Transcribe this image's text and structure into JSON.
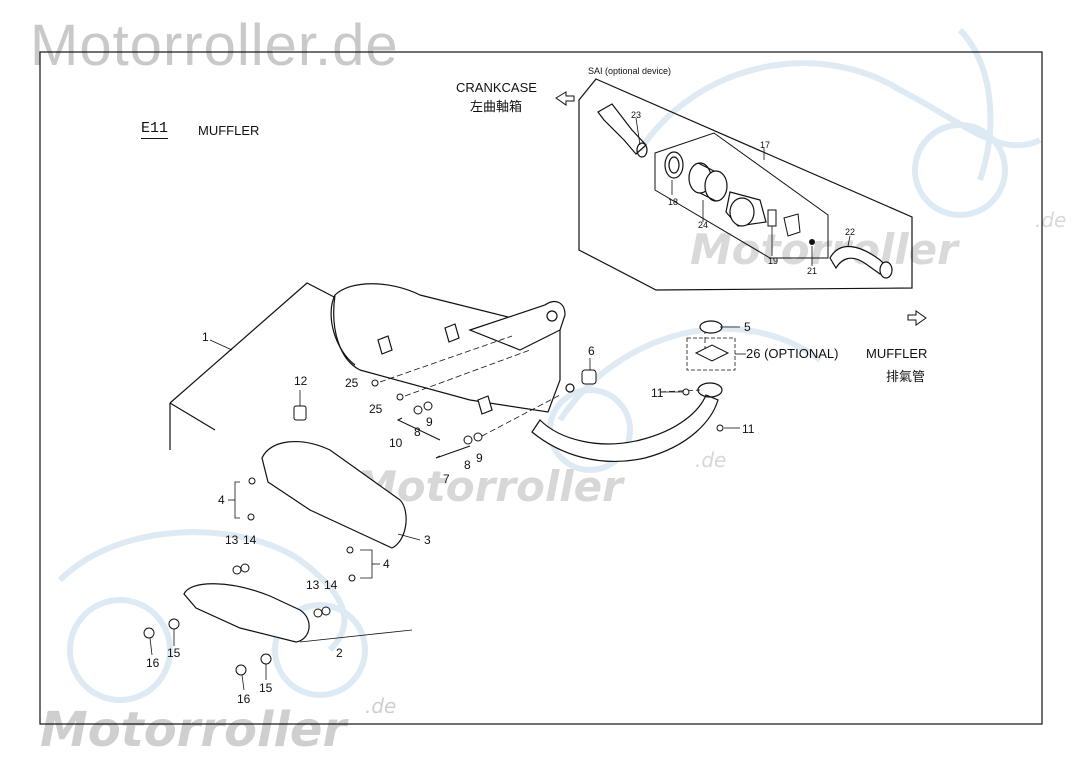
{
  "watermark": {
    "top": "Motorroller.de",
    "middle": "Motorroller",
    "middle_suffix": ".de",
    "right": "Motorroller",
    "right_suffix": ".de",
    "bottom": "Motorroller",
    "bottom_suffix": ".de"
  },
  "header": {
    "code": "E11",
    "title": "MUFFLER"
  },
  "sai_label": "SAI (optional device)",
  "directions": {
    "crankcase_en": "CRANKCASE",
    "crankcase_zh": "左曲軸箱",
    "muffler_en": "MUFFLER",
    "muffler_zh": "排氣管"
  },
  "optional_note": "26 (OPTIONAL)",
  "callouts": {
    "c1": "1",
    "c2": "2",
    "c3": "3",
    "c4a": "4",
    "c4b": "4",
    "c5": "5",
    "c6": "6",
    "c7": "7",
    "c8a": "8",
    "c8b": "8",
    "c9a": "9",
    "c9b": "9",
    "c10": "10",
    "c11a": "11",
    "c11b": "11",
    "c12": "12",
    "c13a": "13",
    "c13b": "13",
    "c14a": "14",
    "c14b": "14",
    "c15a": "15",
    "c15b": "15",
    "c16a": "16",
    "c16b": "16",
    "c17": "17",
    "c18": "18",
    "c19": "19",
    "c21": "21",
    "c22": "22",
    "c23": "23",
    "c24": "24",
    "c25a": "25",
    "c25b": "25"
  },
  "colors": {
    "line": "#111111",
    "watermark": "#c9c9c9",
    "watermark_blue": "#dbe8f2"
  }
}
